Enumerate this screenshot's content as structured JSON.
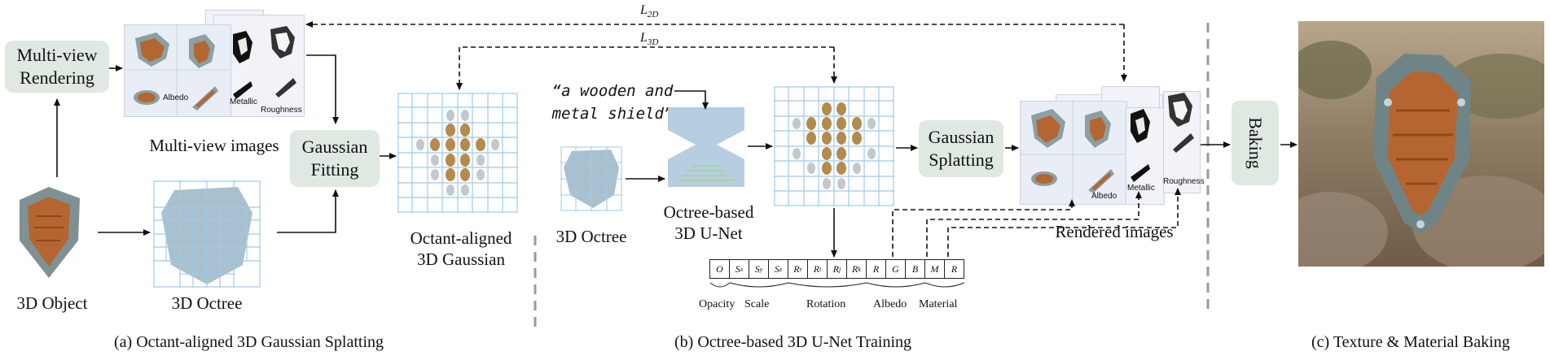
{
  "nodes": {
    "multiview_rendering": "Multi-view\nRendering",
    "gaussian_fitting": "Gaussian\nFitting",
    "gaussian_splatting": "Gaussian\nSplatting",
    "baking": "Baking"
  },
  "labels": {
    "multiview_images": "Multi-view images",
    "object_3d": "3D Object",
    "octree_a": "3D Octree",
    "octant_gaussian": "Octant-aligned\n3D Gaussian",
    "octree_b": "3D Octree",
    "unet": "Octree-based\n3D U-Net",
    "rendered_images": "Rendered images",
    "quote": "“a wooden and\nmetal shield”"
  },
  "losses": {
    "l2d": "L",
    "l2d_sub": "2D",
    "l3d": "L",
    "l3d_sub": "3D"
  },
  "maps_a": {
    "albedo": "Albedo",
    "metallic": "Metallic",
    "roughness": "Roughness"
  },
  "maps_b": {
    "albedo": "Albedo",
    "metallic": "Metallic",
    "roughness": "Roughness"
  },
  "attribute_cells": [
    "O",
    "Sx",
    "Sy",
    "Sz",
    "Rr",
    "Ri",
    "Rj",
    "Rk",
    "R",
    "G",
    "B",
    "M",
    "R"
  ],
  "attribute_groups": {
    "opacity": "Opacity",
    "scale": "Scale",
    "rotation": "Rotation",
    "albedo": "Albedo",
    "material": "Material"
  },
  "captions": {
    "a": "(a) Octant-aligned 3D Gaussian Splatting",
    "b": "(b) Octree-based 3D U-Net Training",
    "c": "(c) Texture & Material Baking"
  },
  "colors": {
    "node_bg": "#dfe8e1",
    "grid_line": "#9ecbe8",
    "gaussian_brown": "#a8762f",
    "gaussian_gray": "#9aa6ad",
    "shield_wood": "#b5652f",
    "shield_metal": "#8a9a9c",
    "unet_blue": "#b7cde0",
    "divider": "#999999"
  }
}
